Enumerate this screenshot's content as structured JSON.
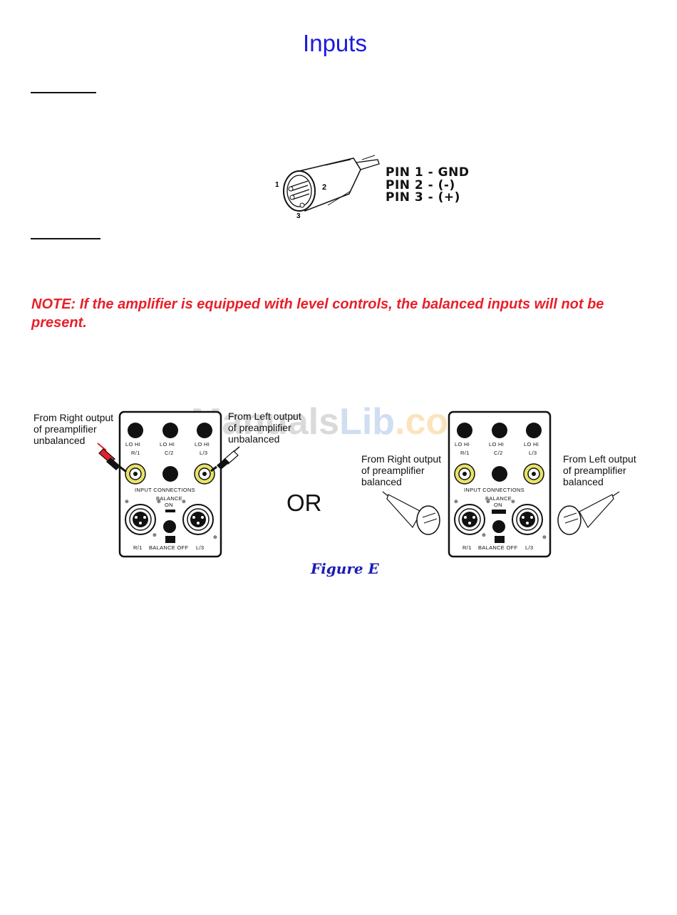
{
  "page": {
    "title": "Inputs",
    "note": "NOTE: If the amplifier is equipped with level controls, the balanced inputs will not be present."
  },
  "xlr_diagram": {
    "pin_numbers": [
      "1",
      "2",
      "3"
    ],
    "pins": [
      "PIN 1 - GND",
      "PIN 2 - (-)",
      "PIN 3 - (+)"
    ]
  },
  "figure": {
    "caption": "Figure E",
    "or_label": "OR",
    "left_panel": {
      "right_caption": [
        "From Right output",
        "of preamplifier",
        "unbalanced"
      ],
      "left_caption": [
        "From Left output",
        "of preamplifier",
        "unbalanced"
      ]
    },
    "right_panel": {
      "right_caption": [
        "From Right output",
        "of preamplifier",
        "balanced"
      ],
      "left_caption": [
        "From Left output",
        "of preamplifier",
        "balanced"
      ]
    },
    "panel_labels": {
      "lo_hi": "LO   HI",
      "r1": "R/1",
      "c2": "C/2",
      "l3": "L/3",
      "input_connections": "INPUT  CONNECTIONS",
      "balance_on_1": "BALANCE",
      "balance_on_2": "ON",
      "balance_off": "BALANCE  OFF"
    }
  },
  "watermark": {
    "part_a": "Manuals",
    "part_b": "Lib",
    "part_c": ".com"
  }
}
